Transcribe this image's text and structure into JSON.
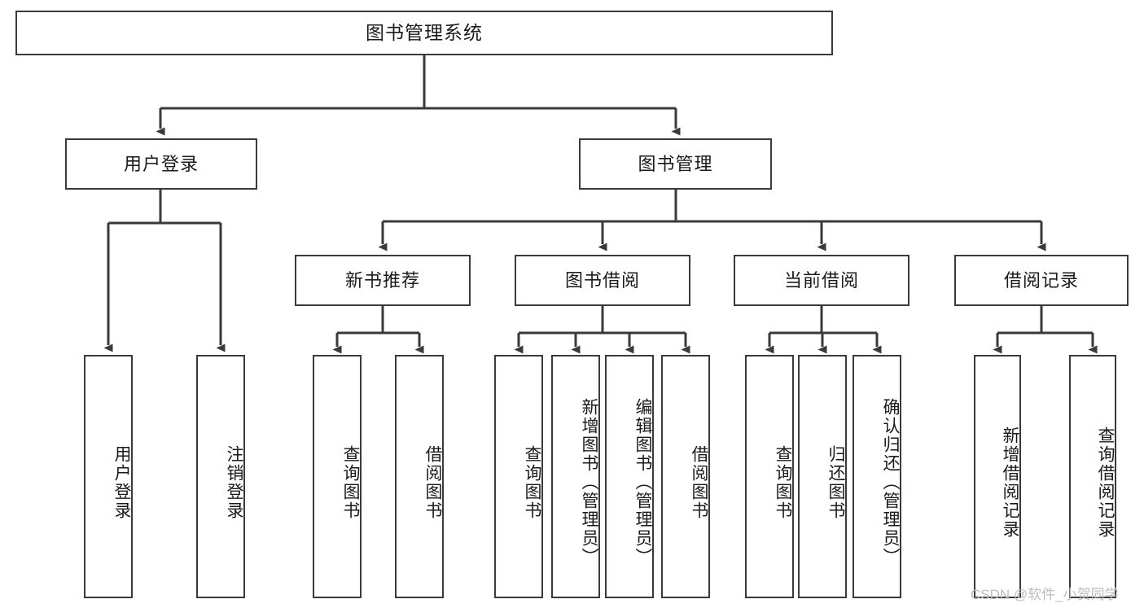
{
  "diagram": {
    "title": "图书管理系统",
    "type": "tree-hierarchy-diagram",
    "watermark": "CSDN @软件_小贺同学",
    "colors": {
      "box_border": "#3a3a3a",
      "box_fill": "#ffffff",
      "edge": "#3a3a3a",
      "text": "#1a1a1a",
      "watermark": "#bdbdbd",
      "background": "#ffffff"
    },
    "nodes": {
      "root": {
        "label": "图书管理系统"
      },
      "level1": [
        {
          "id": "user-login",
          "label": "用户登录"
        },
        {
          "id": "book-management",
          "label": "图书管理"
        }
      ],
      "level2": [
        {
          "id": "new-book-recommend",
          "label": "新书推荐"
        },
        {
          "id": "book-borrow",
          "label": "图书借阅"
        },
        {
          "id": "current-borrow",
          "label": "当前借阅"
        },
        {
          "id": "borrow-record",
          "label": "借阅记录"
        }
      ],
      "leaves": {
        "user_login": [
          {
            "id": "leaf-user-login",
            "label": "用户登录"
          },
          {
            "id": "leaf-logout-login",
            "label": "注销登录"
          }
        ],
        "new_book_recommend": [
          {
            "id": "leaf-query-book-1",
            "label": "查询图书"
          },
          {
            "id": "leaf-borrow-book-1",
            "label": "借阅图书"
          }
        ],
        "book_borrow": [
          {
            "id": "leaf-query-book-2",
            "label": "查询图书"
          },
          {
            "id": "leaf-add-book",
            "label": "新增图书（管理员）"
          },
          {
            "id": "leaf-edit-book",
            "label": "编辑图书（管理员）"
          },
          {
            "id": "leaf-borrow-book-2",
            "label": "借阅图书"
          }
        ],
        "current_borrow": [
          {
            "id": "leaf-query-book-3",
            "label": "查询图书"
          },
          {
            "id": "leaf-return-book",
            "label": "归还图书"
          },
          {
            "id": "leaf-confirm-return",
            "label": "确认归还（管理员）"
          }
        ],
        "borrow_record": [
          {
            "id": "leaf-add-record",
            "label": "新增借阅记录"
          },
          {
            "id": "leaf-query-record",
            "label": "查询借阅记录"
          }
        ]
      }
    }
  }
}
